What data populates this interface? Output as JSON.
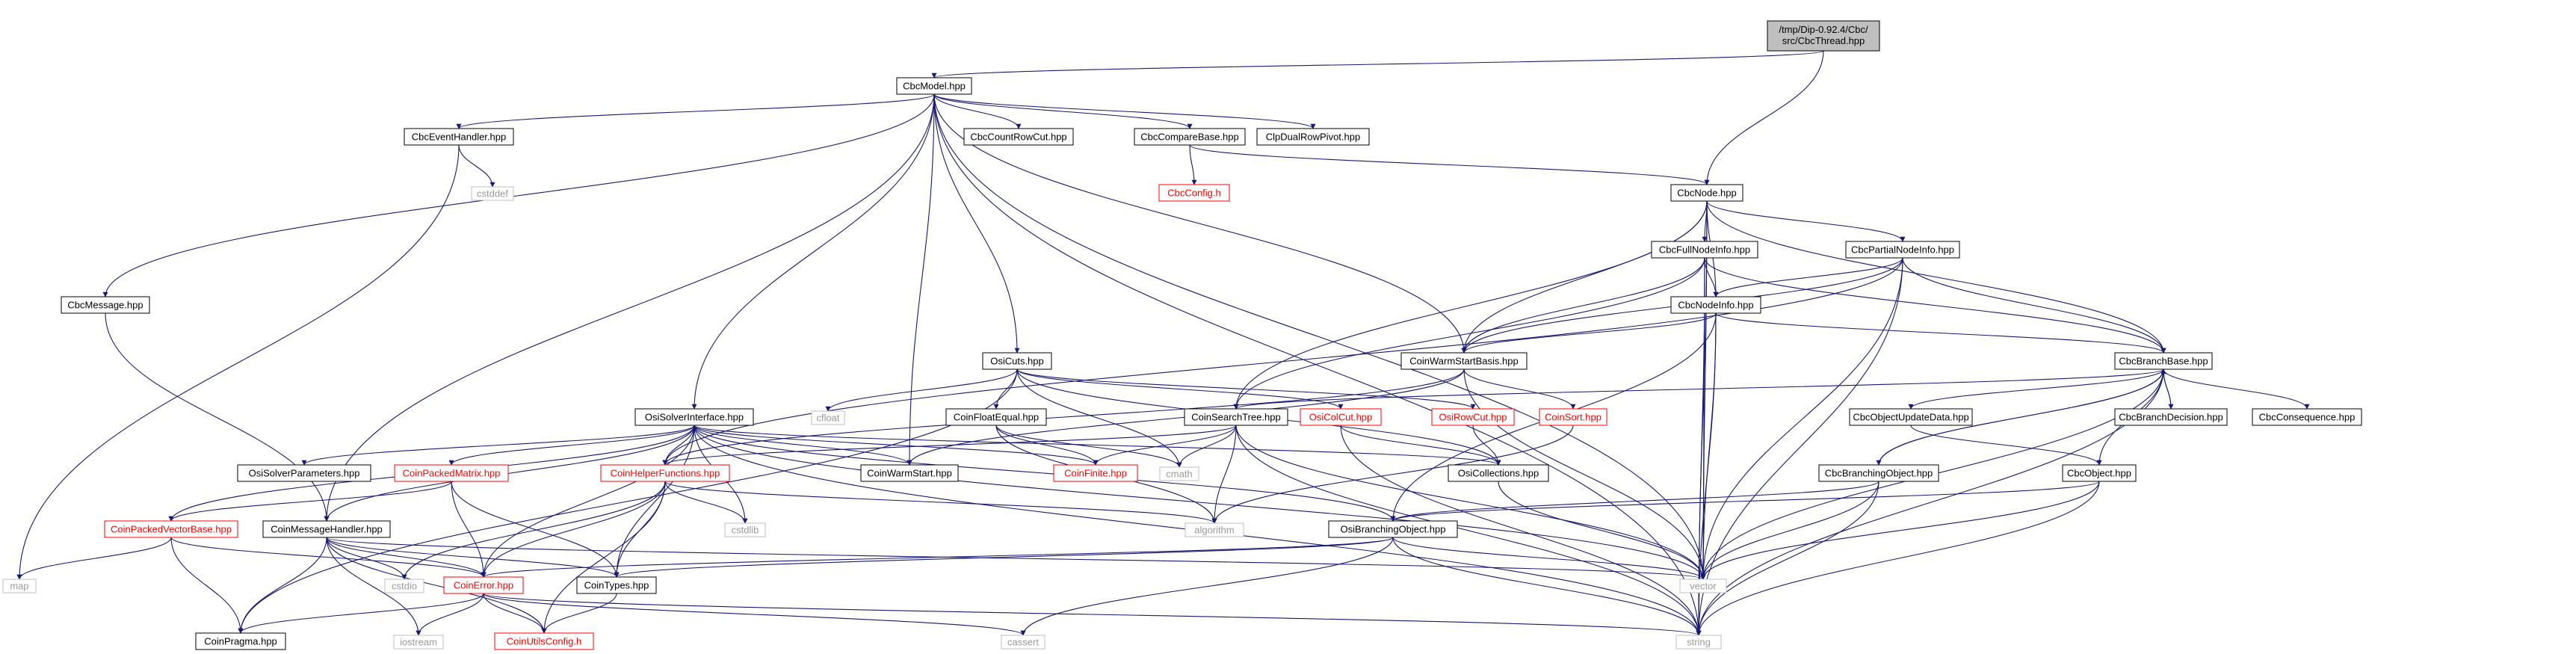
{
  "colors": {
    "edge": "#191970",
    "box_border": "#000000",
    "missing_border": "#bfbfbf",
    "incomplete_border": "#ff0000",
    "root_fill": "#bfbfbf",
    "text": "#000000",
    "missing_text": "#9a9a9a",
    "incomplete_text": "#ff0000"
  },
  "nodes": [
    {
      "id": "root",
      "label": "/tmp/Dip-0.92.4/Cbc/src/CbcThread.hpp",
      "kind": "root"
    },
    {
      "id": "cbcmodel",
      "label": "CbcModel.hpp",
      "kind": "normal"
    },
    {
      "id": "eventhandler",
      "label": "CbcEventHandler.hpp",
      "kind": "normal"
    },
    {
      "id": "countrowcut",
      "label": "CbcCountRowCut.hpp",
      "kind": "normal"
    },
    {
      "id": "comparebase",
      "label": "CbcCompareBase.hpp",
      "kind": "normal"
    },
    {
      "id": "clpdualrowpivot",
      "label": "ClpDualRowPivot.hpp",
      "kind": "normal"
    },
    {
      "id": "cbcconfig",
      "label": "CbcConfig.h",
      "kind": "incomplete"
    },
    {
      "id": "cstddef",
      "label": "cstddef",
      "kind": "missing"
    },
    {
      "id": "cbcnode",
      "label": "CbcNode.hpp",
      "kind": "normal"
    },
    {
      "id": "cbcmessage",
      "label": "CbcMessage.hpp",
      "kind": "normal"
    },
    {
      "id": "fullnodeinfo",
      "label": "CbcFullNodeInfo.hpp",
      "kind": "normal"
    },
    {
      "id": "partialnodeinfo",
      "label": "CbcPartialNodeInfo.hpp",
      "kind": "normal"
    },
    {
      "id": "cbcnodeinfo",
      "label": "CbcNodeInfo.hpp",
      "kind": "normal"
    },
    {
      "id": "osicuts",
      "label": "OsiCuts.hpp",
      "kind": "normal"
    },
    {
      "id": "warmstartbasis",
      "label": "CoinWarmStartBasis.hpp",
      "kind": "normal"
    },
    {
      "id": "branchbase",
      "label": "CbcBranchBase.hpp",
      "kind": "normal"
    },
    {
      "id": "solverinterface",
      "label": "OsiSolverInterface.hpp",
      "kind": "normal"
    },
    {
      "id": "cfloat",
      "label": "cfloat",
      "kind": "missing"
    },
    {
      "id": "floatequal",
      "label": "CoinFloatEqual.hpp",
      "kind": "normal"
    },
    {
      "id": "searchtree",
      "label": "CoinSearchTree.hpp",
      "kind": "normal"
    },
    {
      "id": "osicolcut",
      "label": "OsiColCut.hpp",
      "kind": "incomplete"
    },
    {
      "id": "osirowcut",
      "label": "OsiRowCut.hpp",
      "kind": "incomplete"
    },
    {
      "id": "coinsort",
      "label": "CoinSort.hpp",
      "kind": "incomplete"
    },
    {
      "id": "objupdate",
      "label": "CbcObjectUpdateData.hpp",
      "kind": "normal"
    },
    {
      "id": "branchdecision",
      "label": "CbcBranchDecision.hpp",
      "kind": "normal"
    },
    {
      "id": "consequence",
      "label": "CbcConsequence.hpp",
      "kind": "normal"
    },
    {
      "id": "solverparams",
      "label": "OsiSolverParameters.hpp",
      "kind": "normal"
    },
    {
      "id": "packedmatrix",
      "label": "CoinPackedMatrix.hpp",
      "kind": "incomplete"
    },
    {
      "id": "helperfunctions",
      "label": "CoinHelperFunctions.hpp",
      "kind": "incomplete"
    },
    {
      "id": "coinwarmstart",
      "label": "CoinWarmStart.hpp",
      "kind": "normal"
    },
    {
      "id": "coinfinite",
      "label": "CoinFinite.hpp",
      "kind": "incomplete"
    },
    {
      "id": "cmath",
      "label": "cmath",
      "kind": "missing"
    },
    {
      "id": "osicollections",
      "label": "OsiCollections.hpp",
      "kind": "normal"
    },
    {
      "id": "cbcobject",
      "label": "CbcObject.hpp",
      "kind": "normal"
    },
    {
      "id": "branchingobject",
      "label": "CbcBranchingObject.hpp",
      "kind": "normal"
    },
    {
      "id": "packedvectorbase",
      "label": "CoinPackedVectorBase.hpp",
      "kind": "incomplete"
    },
    {
      "id": "cstdlib",
      "label": "cstdlib",
      "kind": "missing"
    },
    {
      "id": "algorithm",
      "label": "algorithm",
      "kind": "missing"
    },
    {
      "id": "osibranchingobject",
      "label": "OsiBranchingObject.hpp",
      "kind": "normal"
    },
    {
      "id": "messagehandler",
      "label": "CoinMessageHandler.hpp",
      "kind": "normal"
    },
    {
      "id": "map",
      "label": "map",
      "kind": "missing"
    },
    {
      "id": "cstdio",
      "label": "cstdio",
      "kind": "missing"
    },
    {
      "id": "cointypes",
      "label": "CoinTypes.hpp",
      "kind": "normal"
    },
    {
      "id": "vector",
      "label": "vector",
      "kind": "missing"
    },
    {
      "id": "coinerror",
      "label": "CoinError.hpp",
      "kind": "incomplete"
    },
    {
      "id": "coinpragma",
      "label": "CoinPragma.hpp",
      "kind": "normal"
    },
    {
      "id": "iostream",
      "label": "iostream",
      "kind": "missing"
    },
    {
      "id": "utilsconfig",
      "label": "CoinUtilsConfig.h",
      "kind": "incomplete"
    },
    {
      "id": "cassert",
      "label": "cassert",
      "kind": "missing"
    },
    {
      "id": "string",
      "label": "string",
      "kind": "missing"
    }
  ],
  "edges": [
    [
      "root",
      "cbcmodel"
    ],
    [
      "root",
      "cbcnode"
    ],
    [
      "cbcmodel",
      "eventhandler"
    ],
    [
      "cbcmodel",
      "countrowcut"
    ],
    [
      "cbcmodel",
      "comparebase"
    ],
    [
      "cbcmodel",
      "clpdualrowpivot"
    ],
    [
      "cbcmodel",
      "cbcmessage"
    ],
    [
      "cbcmodel",
      "solverinterface"
    ],
    [
      "cbcmodel",
      "osicuts"
    ],
    [
      "cbcmodel",
      "warmstartbasis"
    ],
    [
      "cbcmodel",
      "coinwarmstart"
    ],
    [
      "cbcmodel",
      "messagehandler"
    ],
    [
      "cbcmodel",
      "vector"
    ],
    [
      "cbcmodel",
      "string"
    ],
    [
      "eventhandler",
      "cstddef"
    ],
    [
      "eventhandler",
      "map"
    ],
    [
      "comparebase",
      "cbcconfig"
    ],
    [
      "comparebase",
      "cbcnode"
    ],
    [
      "cbcnode",
      "fullnodeinfo"
    ],
    [
      "cbcnode",
      "partialnodeinfo"
    ],
    [
      "cbcnode",
      "cbcnodeinfo"
    ],
    [
      "cbcnode",
      "branchbase"
    ],
    [
      "cbcnode",
      "warmstartbasis"
    ],
    [
      "cbcnode",
      "searchtree"
    ],
    [
      "cbcnode",
      "vector"
    ],
    [
      "cbcnode",
      "string"
    ],
    [
      "cbcmessage",
      "messagehandler"
    ],
    [
      "fullnodeinfo",
      "cbcnodeinfo"
    ],
    [
      "fullnodeinfo",
      "warmstartbasis"
    ],
    [
      "fullnodeinfo",
      "branchbase"
    ],
    [
      "fullnodeinfo",
      "vector"
    ],
    [
      "fullnodeinfo",
      "string"
    ],
    [
      "fullnodeinfo",
      "searchtree"
    ],
    [
      "partialnodeinfo",
      "cbcnodeinfo"
    ],
    [
      "partialnodeinfo",
      "warmstartbasis"
    ],
    [
      "partialnodeinfo",
      "branchbase"
    ],
    [
      "partialnodeinfo",
      "vector"
    ],
    [
      "partialnodeinfo",
      "string"
    ],
    [
      "partialnodeinfo",
      "helperfunctions"
    ],
    [
      "cbcnodeinfo",
      "warmstartbasis"
    ],
    [
      "cbcnodeinfo",
      "branchbase"
    ],
    [
      "cbcnodeinfo",
      "vector"
    ],
    [
      "cbcnodeinfo",
      "string"
    ],
    [
      "cbcnodeinfo",
      "osibranchingobject"
    ],
    [
      "warmstartbasis",
      "coinwarmstart"
    ],
    [
      "warmstartbasis",
      "coinsort"
    ],
    [
      "warmstartbasis",
      "vector"
    ],
    [
      "warmstartbasis",
      "helperfunctions"
    ],
    [
      "osicuts",
      "cfloat"
    ],
    [
      "osicuts",
      "floatequal"
    ],
    [
      "osicuts",
      "osicolcut"
    ],
    [
      "osicuts",
      "osirowcut"
    ],
    [
      "osicuts",
      "osicollections"
    ],
    [
      "osicuts",
      "cmath"
    ],
    [
      "osicuts",
      "coinpragma"
    ],
    [
      "branchbase",
      "searchtree"
    ],
    [
      "branchbase",
      "objupdate"
    ],
    [
      "branchbase",
      "branchdecision"
    ],
    [
      "branchbase",
      "consequence"
    ],
    [
      "branchbase",
      "cbcobject"
    ],
    [
      "branchbase",
      "branchingobject"
    ],
    [
      "branchbase",
      "vector"
    ],
    [
      "branchbase",
      "string"
    ],
    [
      "branchdecision",
      "branchbase"
    ],
    [
      "branchingobject",
      "branchbase"
    ],
    [
      "solverinterface",
      "solverparams"
    ],
    [
      "solverinterface",
      "packedmatrix"
    ],
    [
      "solverinterface",
      "helperfunctions"
    ],
    [
      "solverinterface",
      "coinwarmstart"
    ],
    [
      "solverinterface",
      "coinfinite"
    ],
    [
      "solverinterface",
      "osicollections"
    ],
    [
      "solverinterface",
      "messagehandler"
    ],
    [
      "solverinterface",
      "cointypes"
    ],
    [
      "solverinterface",
      "coinerror"
    ],
    [
      "solverinterface",
      "packedvectorbase"
    ],
    [
      "solverinterface",
      "cstdlib"
    ],
    [
      "solverinterface",
      "string"
    ],
    [
      "solverinterface",
      "vector"
    ],
    [
      "solverinterface",
      "osibranchingobject"
    ],
    [
      "floatequal",
      "coinfinite"
    ],
    [
      "floatequal",
      "cmath"
    ],
    [
      "floatequal",
      "algorithm"
    ],
    [
      "searchtree",
      "coinfinite"
    ],
    [
      "searchtree",
      "cmath"
    ],
    [
      "searchtree",
      "algorithm"
    ],
    [
      "searchtree",
      "vector"
    ],
    [
      "searchtree",
      "string"
    ],
    [
      "searchtree",
      "helperfunctions"
    ],
    [
      "osicolcut",
      "osicollections"
    ],
    [
      "osicolcut",
      "string"
    ],
    [
      "osirowcut",
      "osicollections"
    ],
    [
      "coinsort",
      "algorithm"
    ],
    [
      "objupdate",
      "cbcobject"
    ],
    [
      "cbcobject",
      "osibranchingobject"
    ],
    [
      "cbcobject",
      "vector"
    ],
    [
      "cbcobject",
      "string"
    ],
    [
      "branchingobject",
      "osibranchingobject"
    ],
    [
      "branchingobject",
      "vector"
    ],
    [
      "branchingobject",
      "string"
    ],
    [
      "osicollections",
      "vector"
    ],
    [
      "packedmatrix",
      "packedvectorbase"
    ],
    [
      "packedmatrix",
      "coinerror"
    ],
    [
      "packedmatrix",
      "cointypes"
    ],
    [
      "helperfunctions",
      "cstdlib"
    ],
    [
      "helperfunctions",
      "cstdio"
    ],
    [
      "helperfunctions",
      "algorithm"
    ],
    [
      "helperfunctions",
      "coinerror"
    ],
    [
      "helperfunctions",
      "cointypes"
    ],
    [
      "helperfunctions",
      "utilsconfig"
    ],
    [
      "packedvectorbase",
      "map"
    ],
    [
      "packedvectorbase",
      "coinpragma"
    ],
    [
      "packedvectorbase",
      "coinerror"
    ],
    [
      "osibranchingobject",
      "cointypes"
    ],
    [
      "osibranchingobject",
      "vector"
    ],
    [
      "osibranchingobject",
      "string"
    ],
    [
      "osibranchingobject",
      "coinerror"
    ],
    [
      "osibranchingobject",
      "cassert"
    ],
    [
      "messagehandler",
      "cstdio"
    ],
    [
      "messagehandler",
      "cointypes"
    ],
    [
      "messagehandler",
      "coinerror"
    ],
    [
      "messagehandler",
      "coinpragma"
    ],
    [
      "messagehandler",
      "vector"
    ],
    [
      "messagehandler",
      "utilsconfig"
    ],
    [
      "messagehandler",
      "iostream"
    ],
    [
      "cointypes",
      "utilsconfig"
    ],
    [
      "coinerror",
      "string"
    ],
    [
      "coinerror",
      "iostream"
    ],
    [
      "coinerror",
      "cassert"
    ],
    [
      "coinerror",
      "coinpragma"
    ],
    [
      "coinerror",
      "utilsconfig"
    ]
  ]
}
